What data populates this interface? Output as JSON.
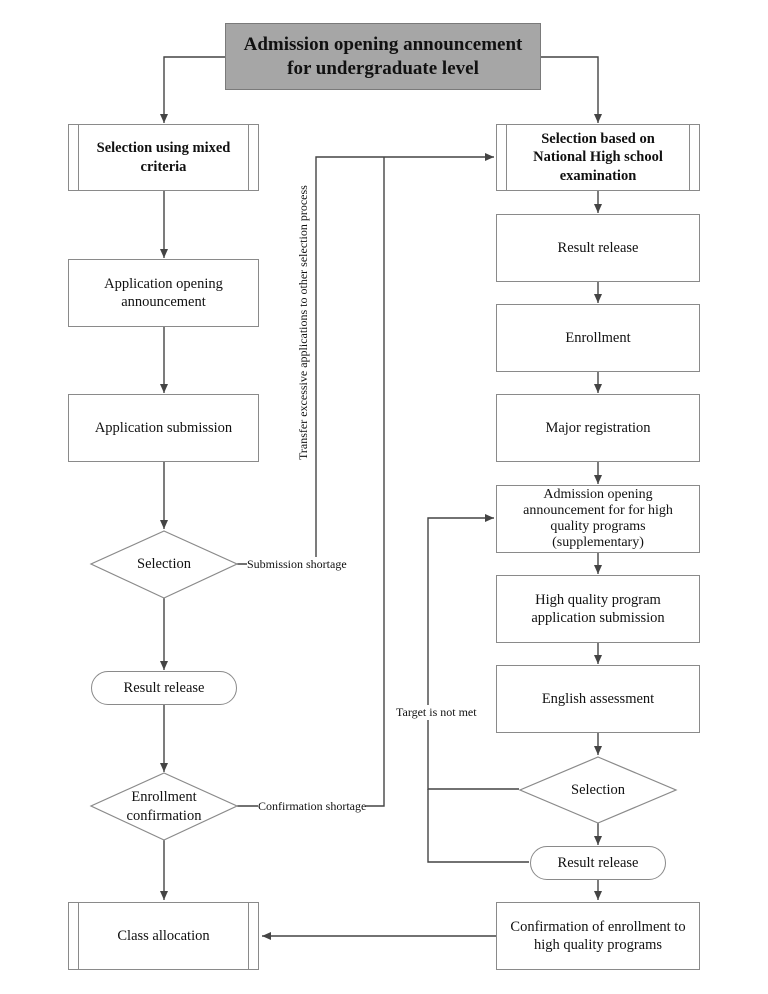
{
  "title": "Admission opening announcement for undergraduate level",
  "left_flow": {
    "start": "Selection using mixed criteria",
    "application_opening": "Application opening announcement",
    "application_submission": "Application submission",
    "selection": "Selection",
    "result_release": "Result release",
    "enrollment_confirmation": "Enrollment confirmation",
    "class_allocation": "Class allocation"
  },
  "right_flow": {
    "start": "Selection based on National High school examination",
    "result_release": "Result release",
    "enrollment": "Enrollment",
    "major_registration": "Major registration",
    "hq_announcement": "Admission opening announcement for for high quality programs (supplementary)",
    "hq_application": "High quality program application submission",
    "english_assessment": "English assessment",
    "selection": "Selection",
    "result_release_2": "Result release",
    "confirmation_hq": "Confirmation of enrollment to high quality programs"
  },
  "edge_labels": {
    "submission_shortage": "Submission shortage",
    "confirmation_shortage": "Confirmation shortage",
    "transfer": "Transfer excessive applications to other selection process",
    "target_not_met": "Target is not met"
  },
  "colors": {
    "header_fill": "#a6a6a6",
    "line": "#444444",
    "border": "#8a8a8a"
  }
}
